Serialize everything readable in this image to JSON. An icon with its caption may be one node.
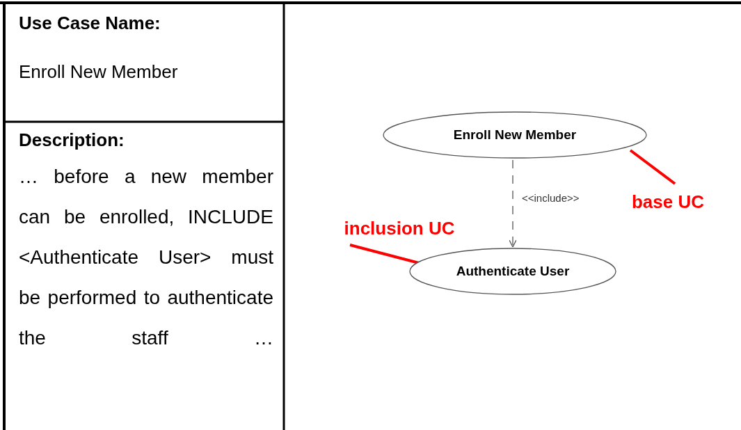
{
  "diagram": {
    "nodes": [
      {
        "text": [
          "Enroll New Member"
        ]
      },
      {
        "text": [
          "Authenticate User"
        ]
      },
      {
        "text": [
          "base UC"
        ]
      },
      {
        "text": [
          "inclusion UC"
        ]
      }
    ],
    "edges": [
      {
        "from": 0,
        "to": 1,
        "arrow": "to",
        "label": "<<include>>",
        "style": "dashed",
        "color": "#555555"
      },
      {
        "from": 2,
        "to": 0,
        "arrow": "none"
      },
      {
        "from": 3,
        "to": 1,
        "arrow": "none"
      }
    ],
    "labels": [
      "Use Case Name:",
      "Enroll New Member",
      "Description:",
      "… before a new member can be enrolled, INCLUDE <Authenticate User> must be performed to authenticate the staff …"
    ]
  }
}
